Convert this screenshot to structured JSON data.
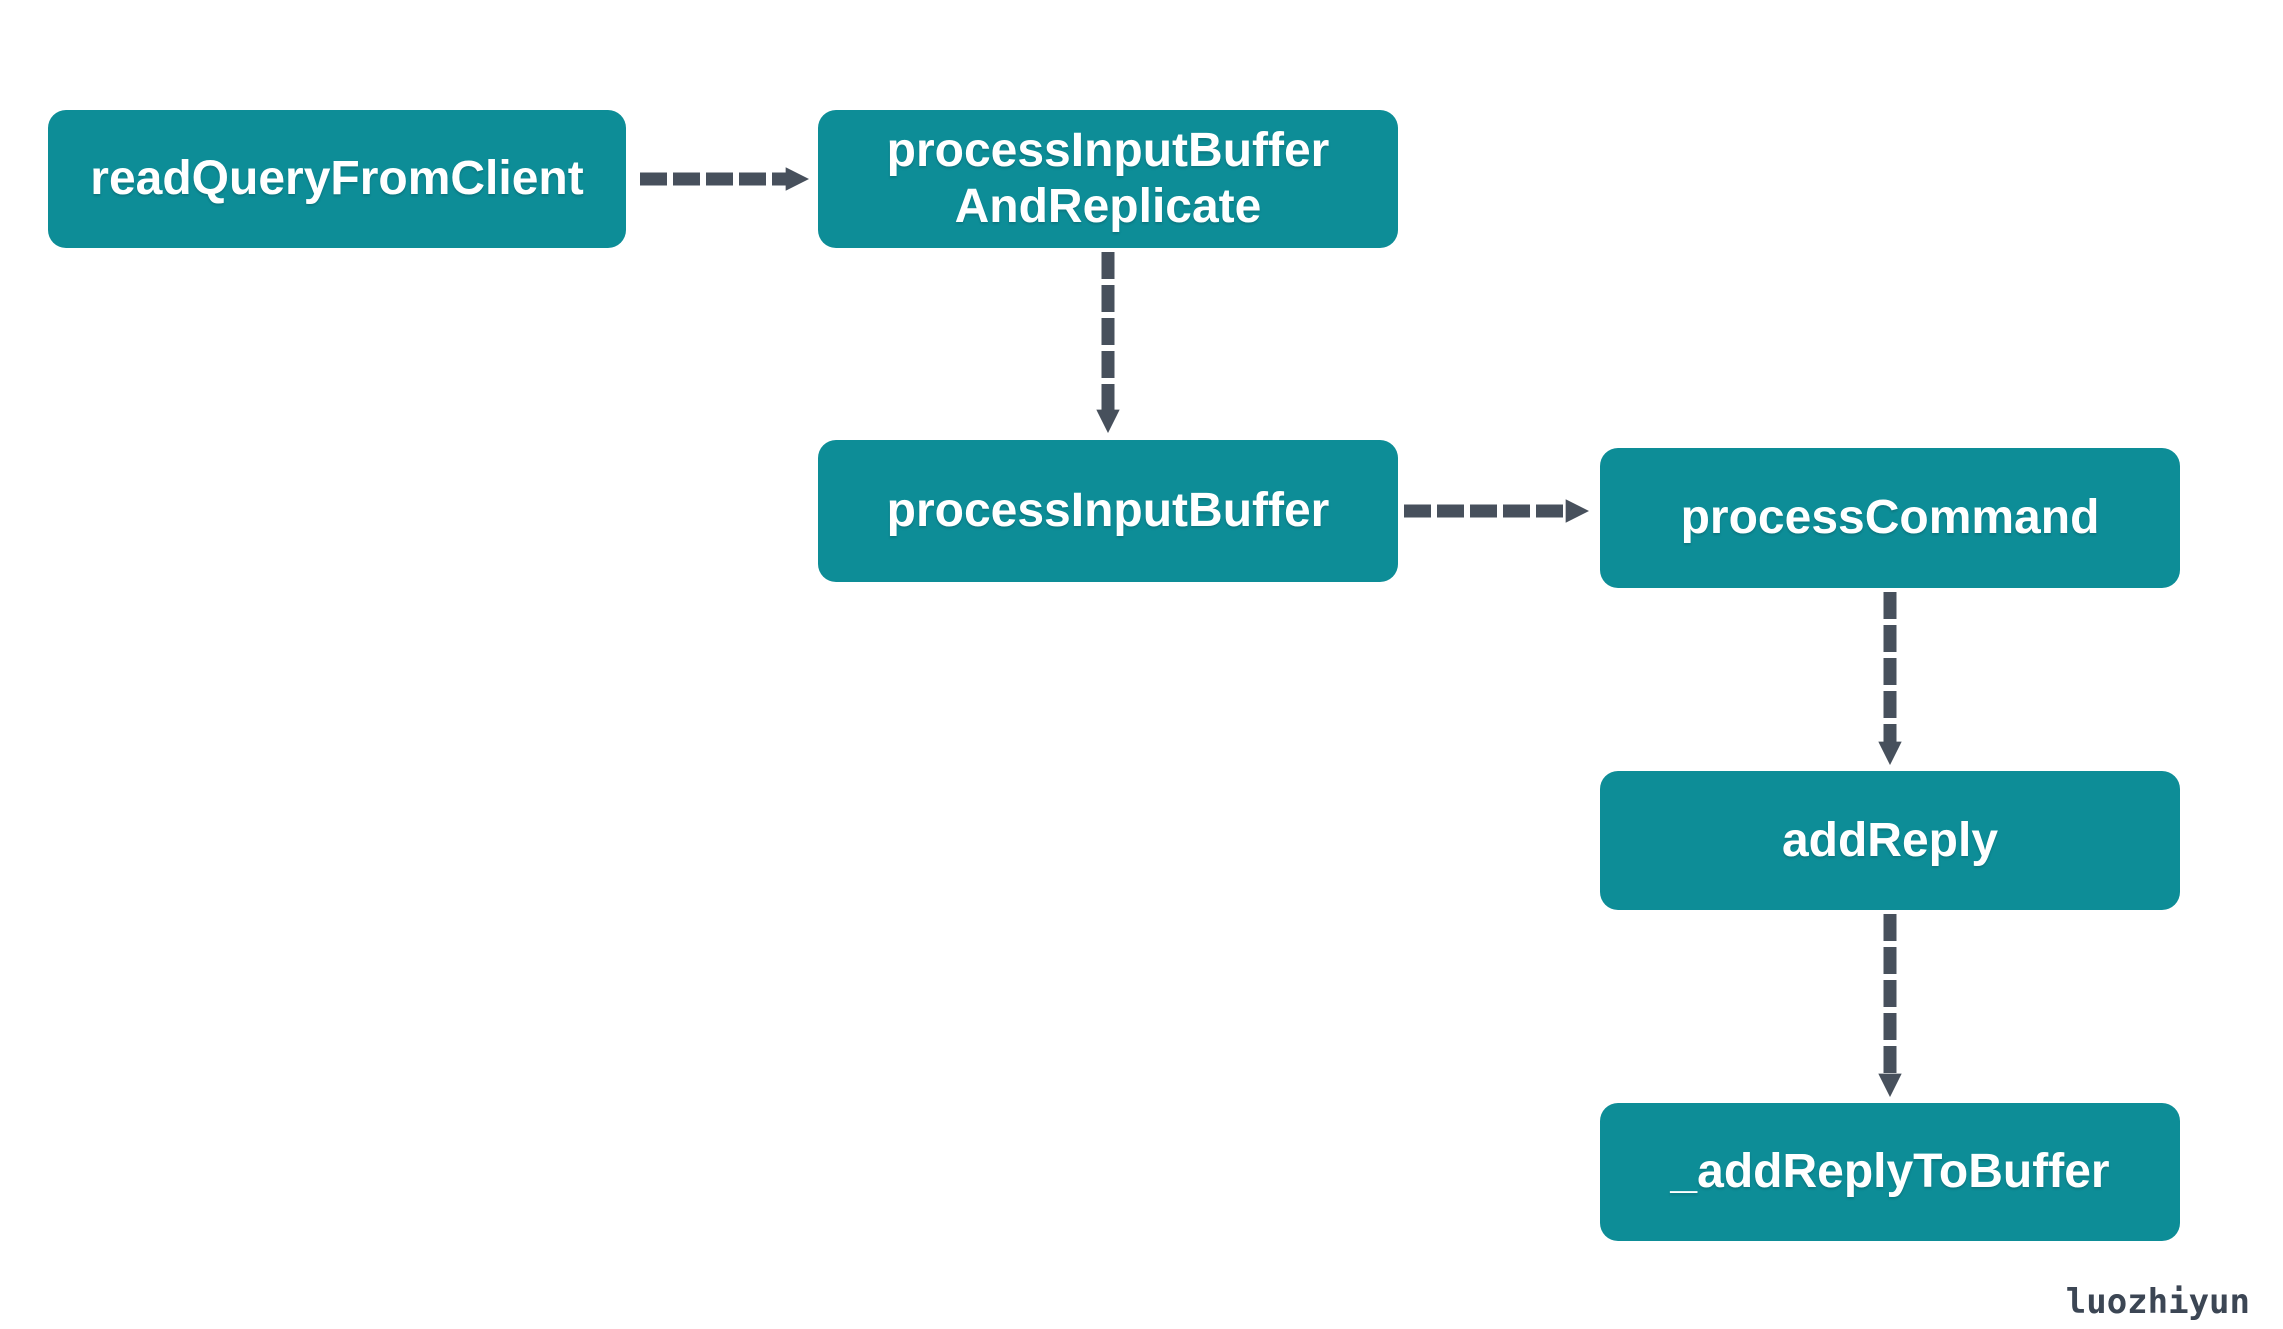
{
  "diagram": {
    "type": "flowchart",
    "nodes": [
      {
        "id": "readQueryFromClient",
        "label": "readQueryFromClient"
      },
      {
        "id": "processInputBufferAndReplicate",
        "label": "processInputBuffer\nAndReplicate"
      },
      {
        "id": "processInputBuffer",
        "label": "processInputBuffer"
      },
      {
        "id": "processCommand",
        "label": "processCommand"
      },
      {
        "id": "addReply",
        "label": "addReply"
      },
      {
        "id": "_addReplyToBuffer",
        "label": "_addReplyToBuffer"
      }
    ],
    "edges": [
      {
        "from": "readQueryFromClient",
        "to": "processInputBufferAndReplicate",
        "style": "dashed-arrow",
        "direction": "right"
      },
      {
        "from": "processInputBufferAndReplicate",
        "to": "processInputBuffer",
        "style": "dashed-arrow",
        "direction": "down"
      },
      {
        "from": "processInputBuffer",
        "to": "processCommand",
        "style": "dashed-arrow",
        "direction": "right"
      },
      {
        "from": "processCommand",
        "to": "addReply",
        "style": "dashed-arrow",
        "direction": "down"
      },
      {
        "from": "addReply",
        "to": "_addReplyToBuffer",
        "style": "dashed-arrow",
        "direction": "down"
      }
    ],
    "watermark": "luozhiyun",
    "colors": {
      "node_fill": "#0d8d97",
      "node_text": "#ffffff",
      "arrow": "#47505c",
      "watermark_text": "#3c4654",
      "background": "#ffffff"
    }
  }
}
